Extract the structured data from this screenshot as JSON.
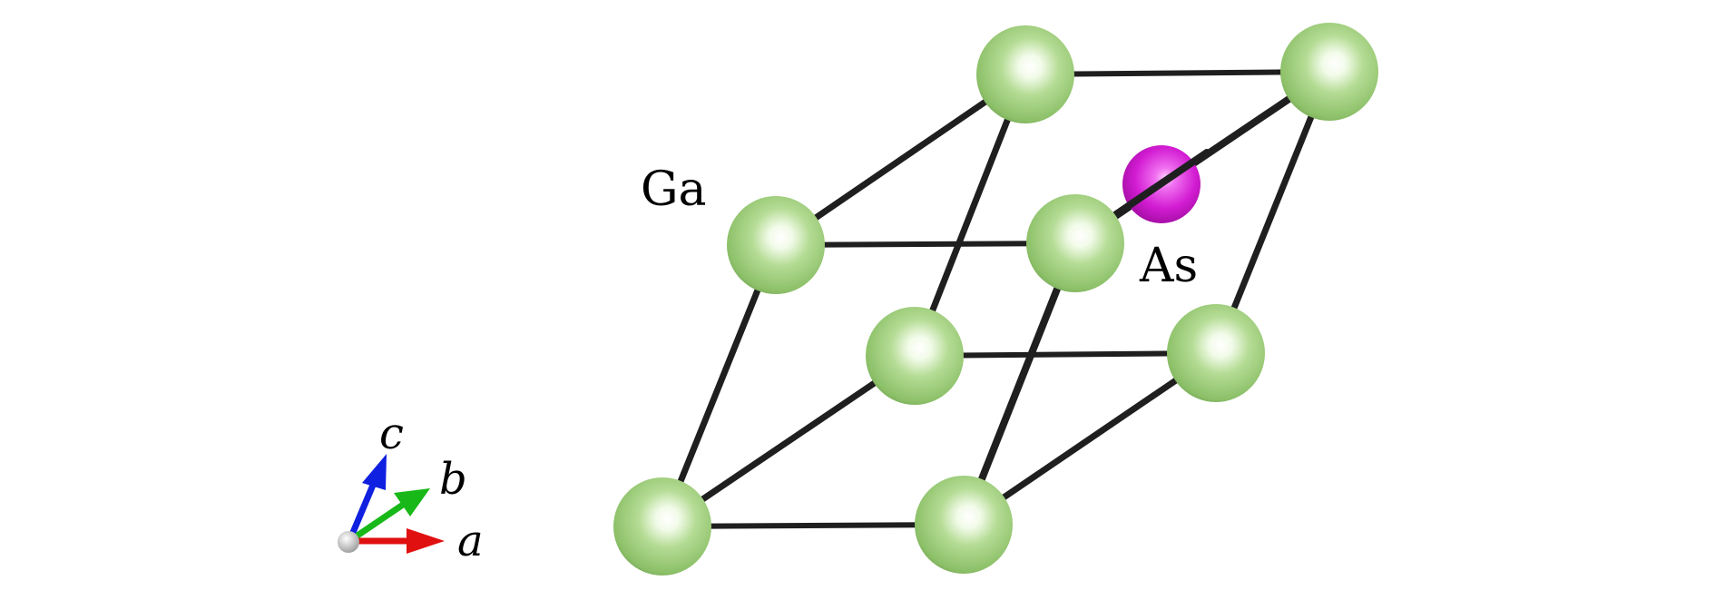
{
  "labels": {
    "ga": "Ga",
    "as": "As"
  },
  "axes": {
    "a": "a",
    "b": "b",
    "c": "c"
  },
  "colors": {
    "ga_atom": "#9ccc7a",
    "as_atom": "#d21cd2",
    "bond": "#1a1a1a",
    "axis_a": "#e01010",
    "axis_b": "#18b818",
    "axis_c": "#1020e0",
    "origin": "#cfcfcf"
  }
}
